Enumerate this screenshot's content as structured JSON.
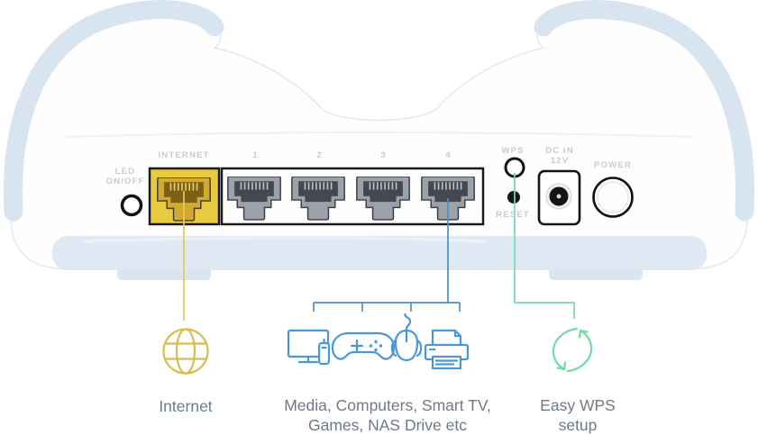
{
  "device": {
    "view": "router rear panel diagram"
  },
  "panel": {
    "led_label_line1": "LED",
    "led_label_line2": "ON/OFF",
    "internet_label": "INTERNET",
    "port_labels": [
      "1",
      "2",
      "3",
      "4"
    ],
    "wps_label": "WPS",
    "reset_label": "RESET",
    "dc_in_line1": "DC IN",
    "dc_in_line2": "12V",
    "power_label": "POWER"
  },
  "annotations": {
    "internet": {
      "caption": "Internet",
      "icon": "globe-icon",
      "line_color": "#e7c75a"
    },
    "devices": {
      "caption_line1": "Media, Computers, Smart TV,",
      "caption_line2": "Games, NAS Drive etc",
      "icons": [
        "tv-icon",
        "gamepad-icon",
        "mouse-icon",
        "printer-icon"
      ],
      "line_color": "#4a90c9"
    },
    "wps": {
      "caption_line1": "Easy WPS",
      "caption_line2": "setup",
      "icon": "wps-sync-icon",
      "line_color": "#74dba8"
    }
  },
  "colors": {
    "wing_blue": "#d9e5f0",
    "band_blue": "#dee9f3",
    "foot_blue": "#d9e5ef",
    "internet_port_yellow": "#e8c93f",
    "port_box_border": "#1c1c1c",
    "panel_label_gray": "#c7cbd0",
    "caption_gray": "#6e7a87",
    "icon_blue": "#4a97d7",
    "icon_yellow": "#d9bd4e",
    "icon_green": "#74d9a7",
    "line_yellow": "#e7c75a",
    "line_blue": "#4a90c9",
    "line_green": "#74dba8"
  }
}
